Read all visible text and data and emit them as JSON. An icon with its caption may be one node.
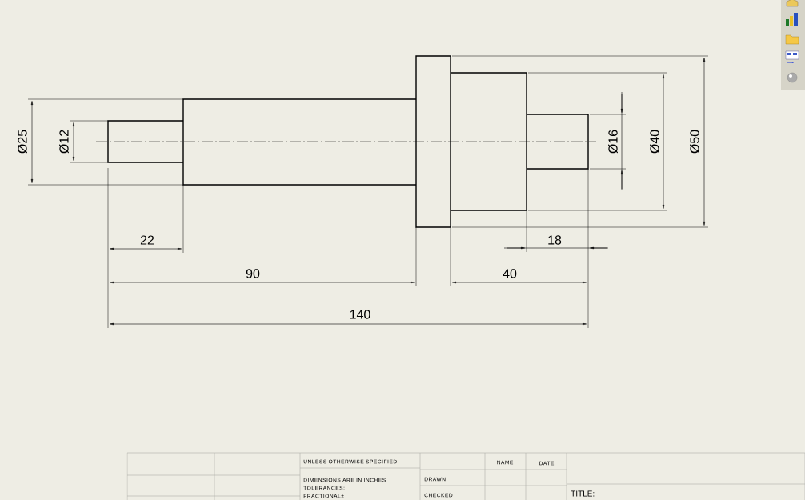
{
  "diagram": {
    "labels": [
      "Ø25",
      "Ø12",
      "Ø16",
      "Ø40",
      "Ø50",
      "22",
      "18",
      "90",
      "40",
      "140",
      "UNLESS OTHERWISE SPECIFIED:",
      "NAME",
      "DATE",
      "DIMENSIONS ARE IN INCHES",
      "DRAWN",
      "TOLERANCES:",
      "FRACTIONAL±",
      "CHECKED",
      "TITLE:"
    ]
  }
}
